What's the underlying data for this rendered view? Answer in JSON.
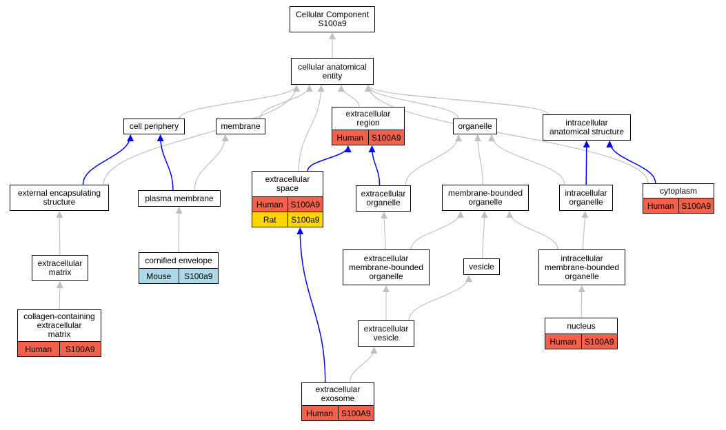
{
  "colors": {
    "Human": "#f2614a",
    "Mouse": "#add8e6",
    "Rat": "#ffd700",
    "edge_isa": "#c0c0c0",
    "edge_part": "#0000ee"
  },
  "nodes": {
    "root": {
      "lines": [
        "Cellular Component",
        "S100a9"
      ],
      "rows": []
    },
    "cae": {
      "lines": [
        "cellular anatomical",
        "entity"
      ],
      "rows": []
    },
    "cp": {
      "lines": [
        "cell periphery"
      ],
      "rows": []
    },
    "mem": {
      "lines": [
        "membrane"
      ],
      "rows": []
    },
    "er": {
      "lines": [
        "extracellular",
        "region"
      ],
      "rows": [
        {
          "species": "Human",
          "gene": "S100A9"
        }
      ]
    },
    "org": {
      "lines": [
        "organelle"
      ],
      "rows": []
    },
    "ias": {
      "lines": [
        "intracellular",
        "anatomical structure"
      ],
      "rows": []
    },
    "ees": {
      "lines": [
        "external encapsulating",
        "structure"
      ],
      "rows": []
    },
    "pm": {
      "lines": [
        "plasma membrane"
      ],
      "rows": []
    },
    "es": {
      "lines": [
        "extracellular",
        "space"
      ],
      "rows": [
        {
          "species": "Human",
          "gene": "S100A9"
        },
        {
          "species": "Rat",
          "gene": "S100a9"
        }
      ]
    },
    "eo": {
      "lines": [
        "extracellular",
        "organelle"
      ],
      "rows": []
    },
    "mbo": {
      "lines": [
        "membrane-bounded",
        "organelle"
      ],
      "rows": []
    },
    "io": {
      "lines": [
        "intracellular",
        "organelle"
      ],
      "rows": []
    },
    "cyto": {
      "lines": [
        "cytoplasm"
      ],
      "rows": [
        {
          "species": "Human",
          "gene": "S100A9"
        }
      ]
    },
    "em": {
      "lines": [
        "extracellular",
        "matrix"
      ],
      "rows": []
    },
    "ce": {
      "lines": [
        "cornified envelope"
      ],
      "rows": [
        {
          "species": "Mouse",
          "gene": "S100a9"
        }
      ]
    },
    "embo": {
      "lines": [
        "extracellular",
        "membrane-bounded",
        "organelle"
      ],
      "rows": []
    },
    "ves": {
      "lines": [
        "vesicle"
      ],
      "rows": []
    },
    "imbo": {
      "lines": [
        "intracellular",
        "membrane-bounded",
        "organelle"
      ],
      "rows": []
    },
    "ccem": {
      "lines": [
        "collagen-containing",
        "extracellular",
        "matrix"
      ],
      "rows": [
        {
          "species": "Human",
          "gene": "S100A9"
        }
      ]
    },
    "ev": {
      "lines": [
        "extracellular",
        "vesicle"
      ],
      "rows": []
    },
    "nuc": {
      "lines": [
        "nucleus"
      ],
      "rows": [
        {
          "species": "Human",
          "gene": "S100A9"
        }
      ]
    },
    "exo": {
      "lines": [
        "extracellular",
        "exosome"
      ],
      "rows": [
        {
          "species": "Human",
          "gene": "S100A9"
        }
      ]
    }
  },
  "edges": [
    {
      "from": "cae",
      "to": "root",
      "kind": "isa"
    },
    {
      "from": "cp",
      "to": "cae",
      "kind": "isa"
    },
    {
      "from": "mem",
      "to": "cae",
      "kind": "isa"
    },
    {
      "from": "er",
      "to": "cae",
      "kind": "isa"
    },
    {
      "from": "org",
      "to": "cae",
      "kind": "isa"
    },
    {
      "from": "ias",
      "to": "cae",
      "kind": "isa"
    },
    {
      "from": "ees",
      "to": "cae",
      "kind": "isa"
    },
    {
      "from": "es",
      "to": "cae",
      "kind": "isa"
    },
    {
      "from": "cyto",
      "to": "cae",
      "kind": "isa"
    },
    {
      "from": "ees",
      "to": "cp",
      "kind": "part"
    },
    {
      "from": "pm",
      "to": "cp",
      "kind": "part"
    },
    {
      "from": "pm",
      "to": "mem",
      "kind": "isa"
    },
    {
      "from": "es",
      "to": "er",
      "kind": "part"
    },
    {
      "from": "eo",
      "to": "er",
      "kind": "part"
    },
    {
      "from": "eo",
      "to": "org",
      "kind": "isa"
    },
    {
      "from": "mbo",
      "to": "org",
      "kind": "isa"
    },
    {
      "from": "io",
      "to": "org",
      "kind": "isa"
    },
    {
      "from": "io",
      "to": "ias",
      "kind": "part"
    },
    {
      "from": "cyto",
      "to": "ias",
      "kind": "part"
    },
    {
      "from": "em",
      "to": "ees",
      "kind": "isa"
    },
    {
      "from": "ce",
      "to": "pm",
      "kind": "isa"
    },
    {
      "from": "embo",
      "to": "eo",
      "kind": "isa"
    },
    {
      "from": "embo",
      "to": "mbo",
      "kind": "isa"
    },
    {
      "from": "ves",
      "to": "mbo",
      "kind": "isa"
    },
    {
      "from": "imbo",
      "to": "mbo",
      "kind": "isa"
    },
    {
      "from": "imbo",
      "to": "io",
      "kind": "isa"
    },
    {
      "from": "ccem",
      "to": "em",
      "kind": "isa"
    },
    {
      "from": "ev",
      "to": "embo",
      "kind": "isa"
    },
    {
      "from": "ev",
      "to": "ves",
      "kind": "isa"
    },
    {
      "from": "nuc",
      "to": "imbo",
      "kind": "isa"
    },
    {
      "from": "exo",
      "to": "ev",
      "kind": "isa"
    },
    {
      "from": "exo",
      "to": "es",
      "kind": "part"
    }
  ]
}
